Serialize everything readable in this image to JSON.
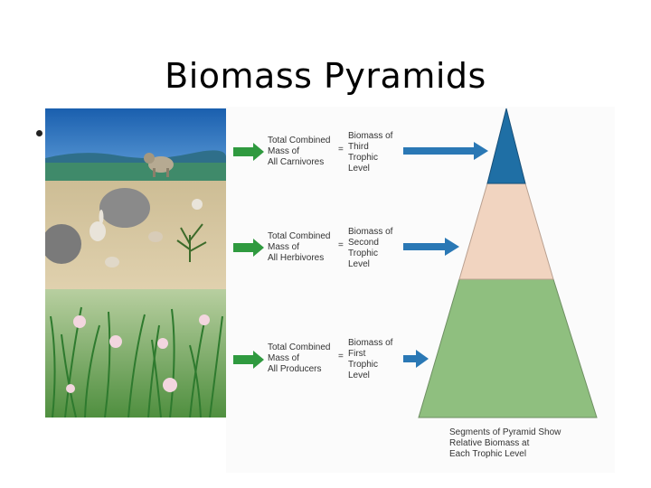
{
  "title": "Biomass Pyramids",
  "rows": [
    {
      "total_label": "Total Combined\nMass of\nAll Carnivores",
      "equals": "=",
      "biomass_label": "Biomass of\nThird\nTrophic\nLevel"
    },
    {
      "total_label": "Total Combined\nMass of\nAll Herbivores",
      "equals": "=",
      "biomass_label": "Biomass of\nSecond\nTrophic\nLevel"
    },
    {
      "total_label": "Total Combined\nMass of\nAll Producers",
      "equals": "=",
      "biomass_label": "Biomass of\nFirst\nTrophic\nLevel"
    }
  ],
  "caption": "Segments of Pyramid Show\nRelative Biomass at\nEach Trophic Level",
  "colors": {
    "top_segment": "#1f6fa5",
    "middle_segment": "#f1d4c0",
    "bottom_segment": "#8fbf7f",
    "green_arrow": "#2f9a3f",
    "blue_arrow": "#2a78b5",
    "sky": "#2a6fb5",
    "soil": "#d9c8a4",
    "grass": "#5a9a4a"
  }
}
